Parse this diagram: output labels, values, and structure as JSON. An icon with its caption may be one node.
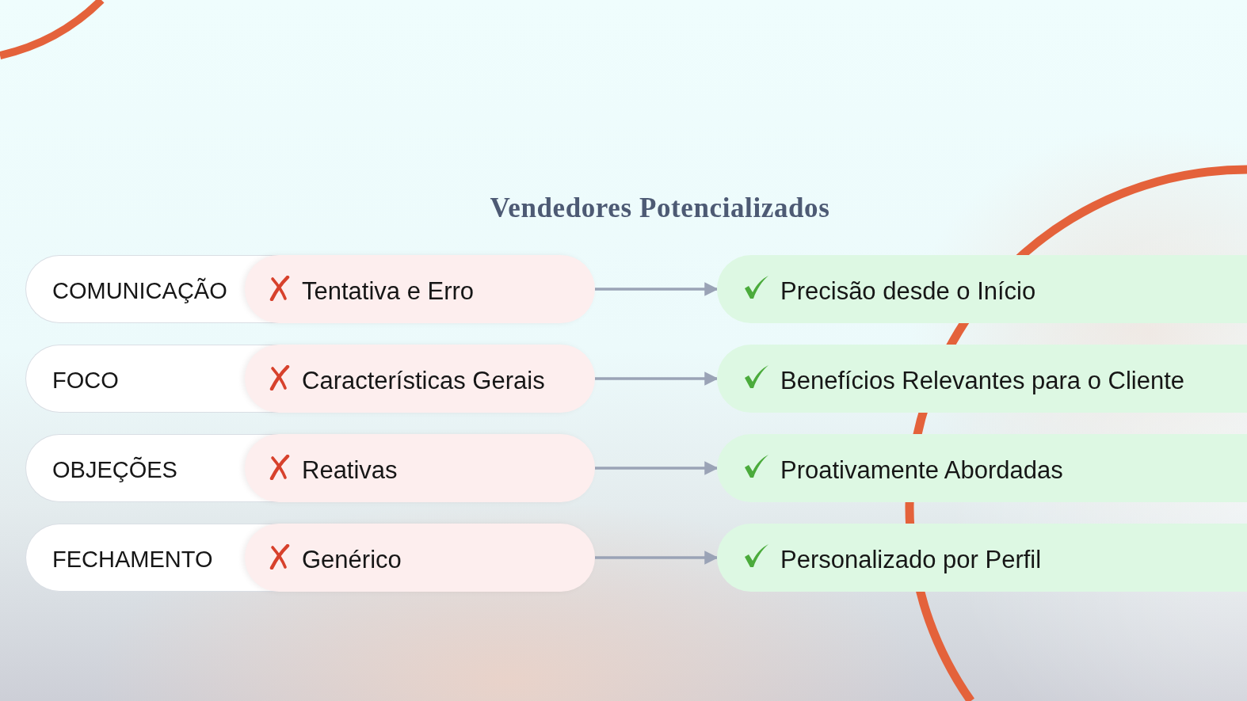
{
  "diagram": {
    "title": "Vendedores Potencializados",
    "nodes": [
      {
        "text": [
          "COMUNICAÇÃO"
        ]
      },
      {
        "text": [
          "Tentativa e Erro"
        ]
      },
      {
        "text": [
          "Precisão desde o Início"
        ]
      },
      {
        "text": [
          "FOCO"
        ]
      },
      {
        "text": [
          "Características Gerais"
        ]
      },
      {
        "text": [
          "Benefícios Relevantes para o Cliente"
        ]
      },
      {
        "text": [
          "OBJEÇÕES"
        ]
      },
      {
        "text": [
          "Reativas"
        ]
      },
      {
        "text": [
          "Proativamente Abordadas"
        ]
      },
      {
        "text": [
          "FECHAMENTO"
        ]
      },
      {
        "text": [
          "Genérico"
        ]
      },
      {
        "text": [
          "Personalizado por Perfil"
        ]
      }
    ],
    "edges": [
      {
        "from": 1,
        "to": 2,
        "arrow": "to"
      },
      {
        "from": 4,
        "to": 5,
        "arrow": "to"
      },
      {
        "from": 7,
        "to": 8,
        "arrow": "to"
      },
      {
        "from": 10,
        "to": 11,
        "arrow": "to"
      }
    ]
  }
}
